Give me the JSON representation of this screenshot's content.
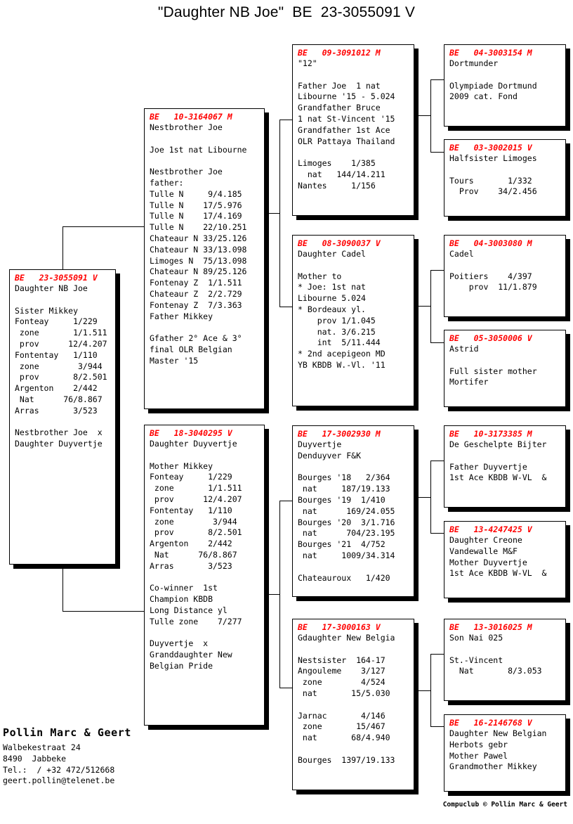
{
  "title": "\"Daughter NB Joe\"  BE  23-3055091 V",
  "colors": {
    "ring_number": "#ff0000",
    "text": "#000000",
    "background": "#ffffff",
    "box_border": "#000000",
    "box_shadow": "#000000"
  },
  "boxes": {
    "subject": {
      "ring": "BE   23-3055091 V",
      "name": "Daughter NB Joe",
      "body": "Sister Mikkey\nFonteay     1/229\n zone       1/1.511\n prov      12/4.207\nFontentay   1/110\n zone        3/944\n prov       8/2.501\nArgenton    2/442\n Nat      76/8.867\nArras       3/523\n\nNestbrother Joe  x\nDaughter Duyvertje"
    },
    "father": {
      "ring": "BE   10-3164067 M",
      "name": "Nestbrother Joe",
      "body": "Joe 1st nat Libourne\n\nNestbrother Joe\nfather:\nTulle N     9/4.185\nTulle N    17/5.976\nTulle N    17/4.169\nTulle N    22/10.251\nChateaur N 33/25.126\nChateaur N 33/13.098\nLimoges N  75/13.098\nChateaur N 89/25.126\nFontenay Z  1/1.511\nChateaur Z  2/2.729\nFontenay Z  7/3.363\nFather Mikkey\n\nGfather 2° Ace & 3°\nfinal OLR Belgian\nMaster '15"
    },
    "mother": {
      "ring": "BE   18-3040295 V",
      "name": "Daughter Duyvertje",
      "body": "Mother Mikkey\nFonteay     1/229\n zone       1/1.511\n prov      12/4.207\nFontentay   1/110\n zone        3/944\n prov       8/2.501\nArgenton    2/442\n Nat      76/8.867\nArras       3/523\n\nCo-winner  1st\nChampion KBDB\nLong Distance yl\nTulle zone    7/277\n\nDuyvertje  x\nGranddaughter New\nBelgian Pride"
    },
    "ff": {
      "ring": "BE   09-3091012 M",
      "name": "\"12\"",
      "body": "Father Joe  1 nat\nLibourne '15 - 5.024\nGrandfather Bruce\n1 nat St-Vincent '15\nGrandfather 1st Ace\nOLR Pattaya Thailand\n\nLimoges    1/385\n  nat   144/14.211\nNantes     1/156"
    },
    "fm": {
      "ring": "BE   08-3090037 V",
      "name": "Daughter Cadel",
      "body": "Mother to\n* Joe: 1st nat\nLibourne 5.024\n* Bordeaux yl.\n    prov 1/1.045\n    nat. 3/6.215\n    int  5/11.444\n* 2nd acepigeon MD\nYB KBDB W.-Vl. '11"
    },
    "mf": {
      "ring": "BE   17-3002930 M",
      "name": "Duyvertje\nDenduyver F&K",
      "body": "Bourges '18   2/364\n nat     187/19.133\nBourges '19  1/410\n nat      169/24.055\nBourges '20  3/1.716\n nat      704/23.195\nBourges '21  4/752\n nat     1009/34.314\n\nChateauroux   1/420"
    },
    "mm": {
      "ring": "BE   17-3000163 V",
      "name": "Gdaughter New Belgia",
      "body": "Nestsister  164-17\nAngouleme    3/127\n zone        4/524\n nat       15/5.030\n\nJarnac       4/146\n zone       15/467\n nat       68/4.940\n\nBourges  1397/19.133"
    },
    "fff": {
      "ring": "BE   04-3003154 M",
      "name": "Dortmunder",
      "body": "Olympiade Dortmund\n2009 cat. Fond"
    },
    "ffm": {
      "ring": "BE   03-3002015 V",
      "name": "Halfsister Limoges",
      "body": "Tours       1/332\n  Prov    34/2.456"
    },
    "fmf": {
      "ring": "BE   04-3003080 M",
      "name": "Cadel",
      "body": "Poitiers    4/397\n    prov  11/1.879"
    },
    "fmm": {
      "ring": "BE   05-3050006 V",
      "name": "Astrid",
      "body": "Full sister mother\nMortifer"
    },
    "mff": {
      "ring": "BE   10-3173385 M",
      "name": "De Geschelpte Bijter",
      "body": "Father Duyvertje\n1st Ace KBDB W-VL  &"
    },
    "mfm": {
      "ring": "BE   13-4247425 V",
      "name": "Daughter Creone\nVandewalle M&F",
      "body": "Mother Duyvertje\n1st Ace KBDB W-VL  &"
    },
    "mmf": {
      "ring": "BE   13-3016025 M",
      "name": "Son Nai 025",
      "body": "St.-Vincent\n  Nat       8/3.053"
    },
    "mmm": {
      "ring": "BE   16-2146768 V",
      "name": "Daughter New Belgian\nHerbots gebr",
      "body": "Mother Pawel\nGrandmother Mikkey"
    }
  },
  "footer": {
    "breeder_name": "Pollin Marc & Geert",
    "address_lines": "Walbekestraat 24\n8490  Jabbeke\nTel.:  / +32 472/512668\ngeert.pollin@telenet.be",
    "copyright": "Compuclub © Pollin Marc & Geert"
  }
}
